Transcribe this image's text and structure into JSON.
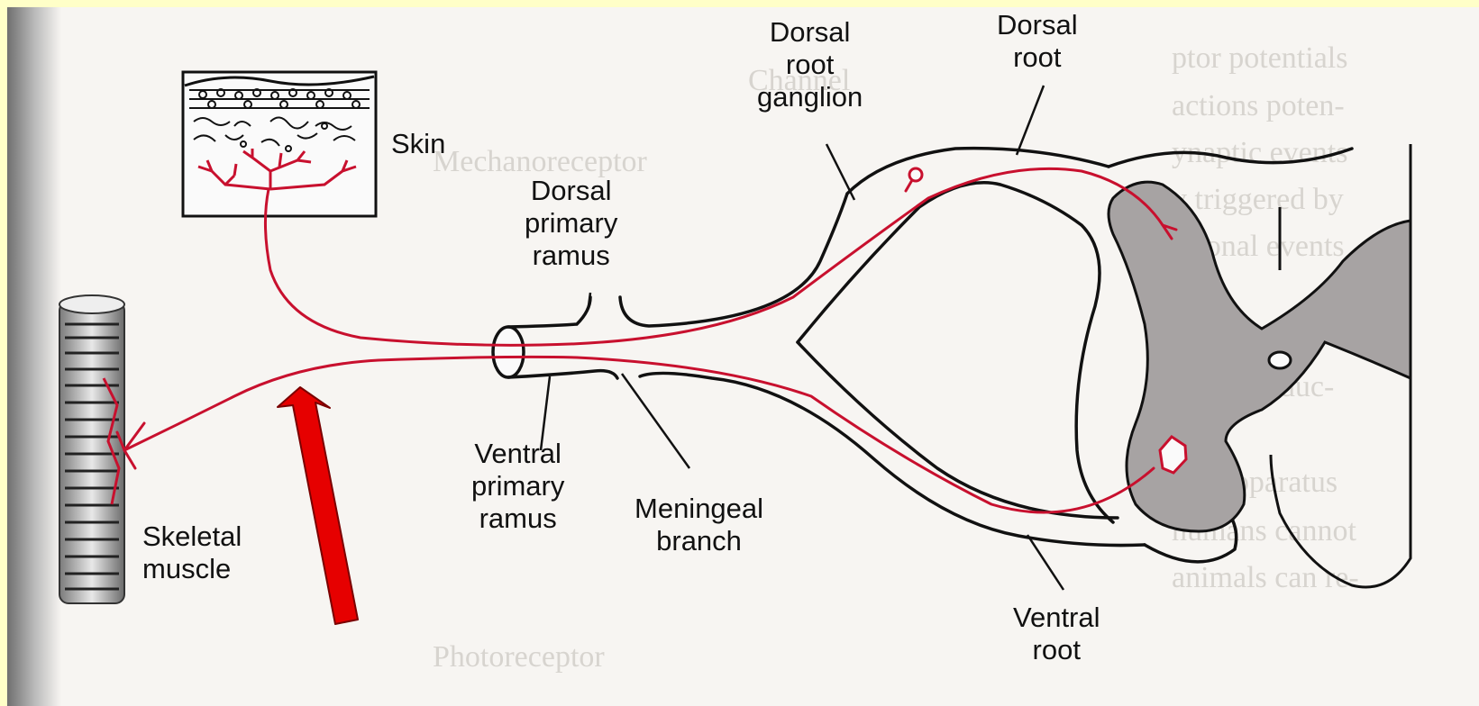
{
  "labels": {
    "skin": "Skin",
    "skeletal_muscle": [
      "Skeletal",
      "muscle"
    ],
    "dorsal_primary_ramus": [
      "Dorsal",
      "primary",
      "ramus"
    ],
    "ventral_primary_ramus": [
      "Ventral",
      "primary",
      "ramus"
    ],
    "meningeal_branch": [
      "Meningeal",
      "branch"
    ],
    "dorsal_root_ganglion": [
      "Dorsal",
      "root",
      "ganglion"
    ],
    "dorsal_root": [
      "Dorsal",
      "root"
    ],
    "ventral_root": [
      "Ventral",
      "root"
    ]
  },
  "colors": {
    "background": "#ffffc8",
    "nerve_fiber": "#c8102e",
    "arrow": "#e60000",
    "gray_matter": "#a7a3a3",
    "outline": "#111111"
  },
  "icons": {
    "pointer": "red-arrow-icon",
    "spinal_cord": "spinal-cord-cross-section-icon",
    "skin": "skin-block-icon",
    "muscle": "muscle-fiber-icon"
  }
}
